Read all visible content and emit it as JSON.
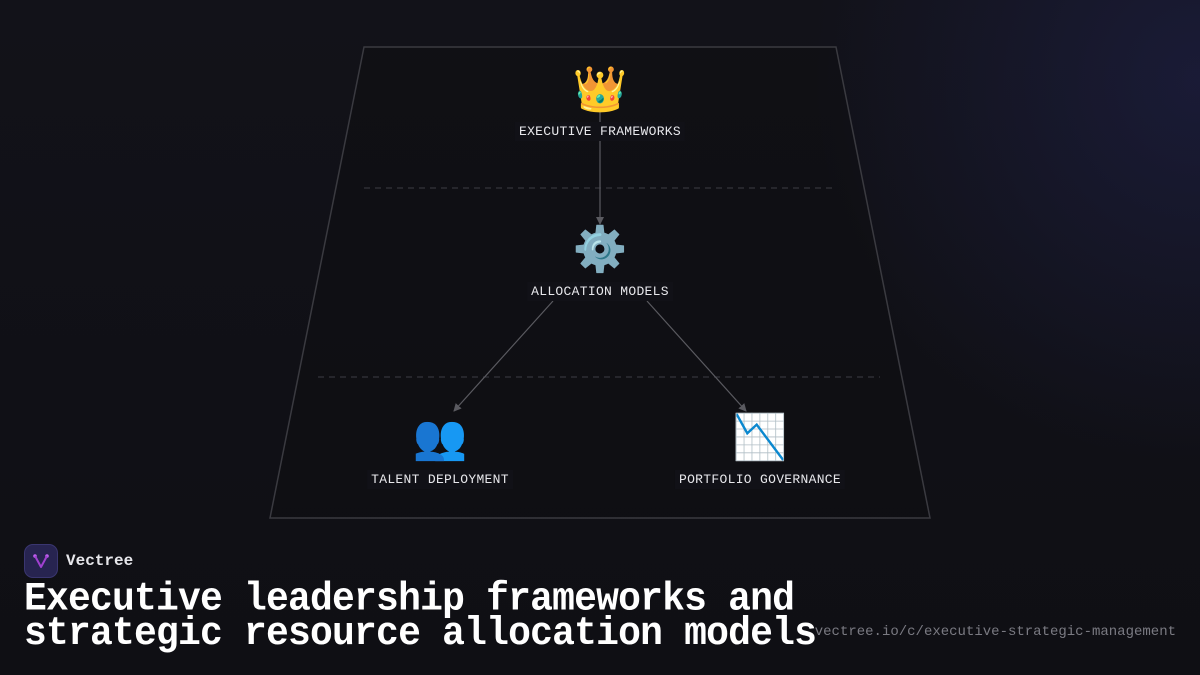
{
  "diagram": {
    "nodes": [
      {
        "id": "executive",
        "label": "EXECUTIVE FRAMEWORKS",
        "icon": "crown-icon",
        "glyph": "👑"
      },
      {
        "id": "allocation",
        "label": "ALLOCATION MODELS",
        "icon": "gear-icon",
        "glyph": "⚙️"
      },
      {
        "id": "talent",
        "label": "TALENT DEPLOYMENT",
        "icon": "people-icon",
        "glyph": "👥"
      },
      {
        "id": "portfolio",
        "label": "PORTFOLIO GOVERNANCE",
        "icon": "chart-decreasing-icon",
        "glyph": "📉"
      }
    ],
    "edges": [
      {
        "from": "executive",
        "to": "allocation"
      },
      {
        "from": "allocation",
        "to": "talent"
      },
      {
        "from": "allocation",
        "to": "portfolio"
      }
    ],
    "colors": {
      "frame": "#3a3a40",
      "edge": "#5a5a60",
      "divider": "#3c3c44",
      "label": "#e8e8ec"
    }
  },
  "brand": {
    "name": "Vectree",
    "logo_color": "#a040d0"
  },
  "title": {
    "line1": "Executive leadership frameworks and",
    "line2": "strategic resource allocation models"
  },
  "url": "vectree.io/c/executive-strategic-management"
}
